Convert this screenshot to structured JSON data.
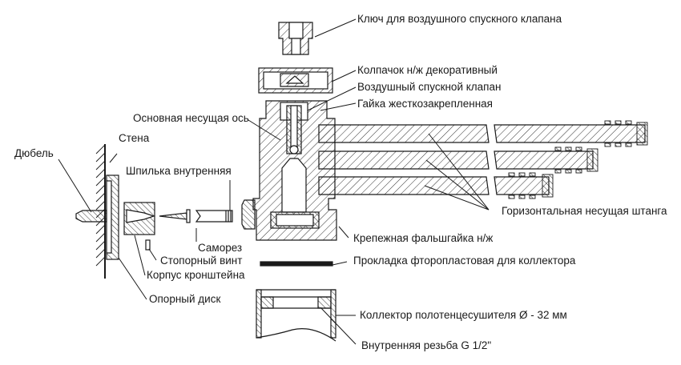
{
  "title": "Схема сборки полотенцесушителя",
  "colors": {
    "line": "#1a1a1a",
    "hatch": "#1a1a1a",
    "background": "#ffffff"
  },
  "labels": {
    "key": "Ключ для воздушного спускного клапана",
    "cap": "Колпачок н/ж декоративный",
    "air_valve": "Воздушный спускной клапан",
    "nut": "Гайка жесткозакрепленная",
    "main_axis": "Основная несущая ось",
    "wall": "Стена",
    "dowel": "Дюбель",
    "pin": "Шпилька внутренняя",
    "bar": "Горизонтальная несущая штанга",
    "false_nut": "Крепежная фальшгайка н/ж",
    "screw": "Саморез",
    "set_screw": "Стопорный винт",
    "bracket_body": "Корпус кронштейна",
    "gasket": "Прокладка фторопластовая для коллектора",
    "support_disc": "Опорный диск",
    "collector": "Коллектор полотенцесушителя Ø - 32 мм",
    "thread": "Внутренняя резьба G 1/2\""
  }
}
